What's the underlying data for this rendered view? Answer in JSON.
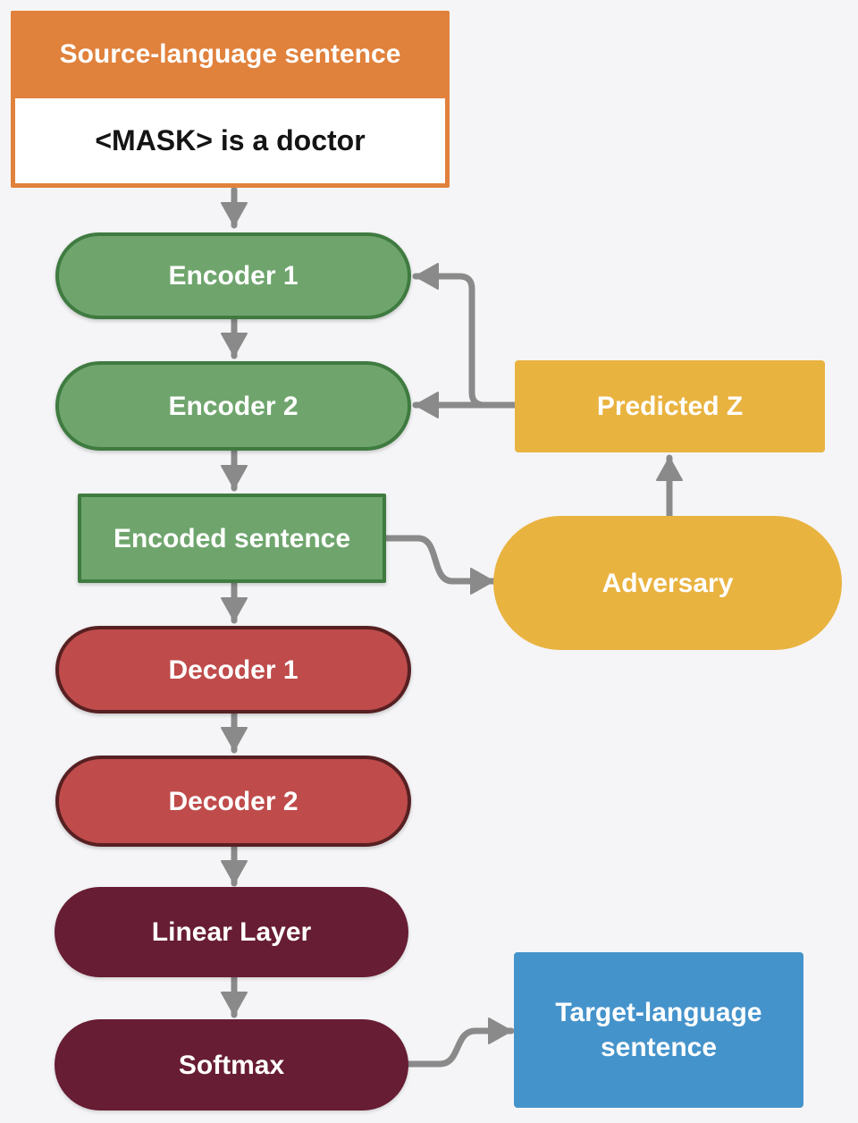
{
  "colors": {
    "background": "#F5F5F7",
    "orange": "#E0813C",
    "green-fill": "#6FA56D",
    "green-border": "#3F7B40",
    "yellow": "#E9B340",
    "red-fill": "#BF4B4B",
    "red-border": "#572022",
    "maroon": "#671D33",
    "blue": "#4593CB",
    "arrow": "#8A8A8A",
    "dark-text": "#141414"
  },
  "nodes": {
    "source_header": {
      "label": "Source-language sentence"
    },
    "masked_sentence": {
      "label": "<MASK> is a doctor"
    },
    "encoder1": {
      "label": "Encoder 1"
    },
    "encoder2": {
      "label": "Encoder 2"
    },
    "encoded_sentence": {
      "label": "Encoded sentence"
    },
    "predicted_z": {
      "label": "Predicted Z"
    },
    "adversary": {
      "label": "Adversary"
    },
    "decoder1": {
      "label": "Decoder 1"
    },
    "decoder2": {
      "label": "Decoder 2"
    },
    "linear_layer": {
      "label": "Linear Layer"
    },
    "softmax": {
      "label": "Softmax"
    },
    "target_sentence": {
      "label": "Target-language sentence"
    }
  }
}
